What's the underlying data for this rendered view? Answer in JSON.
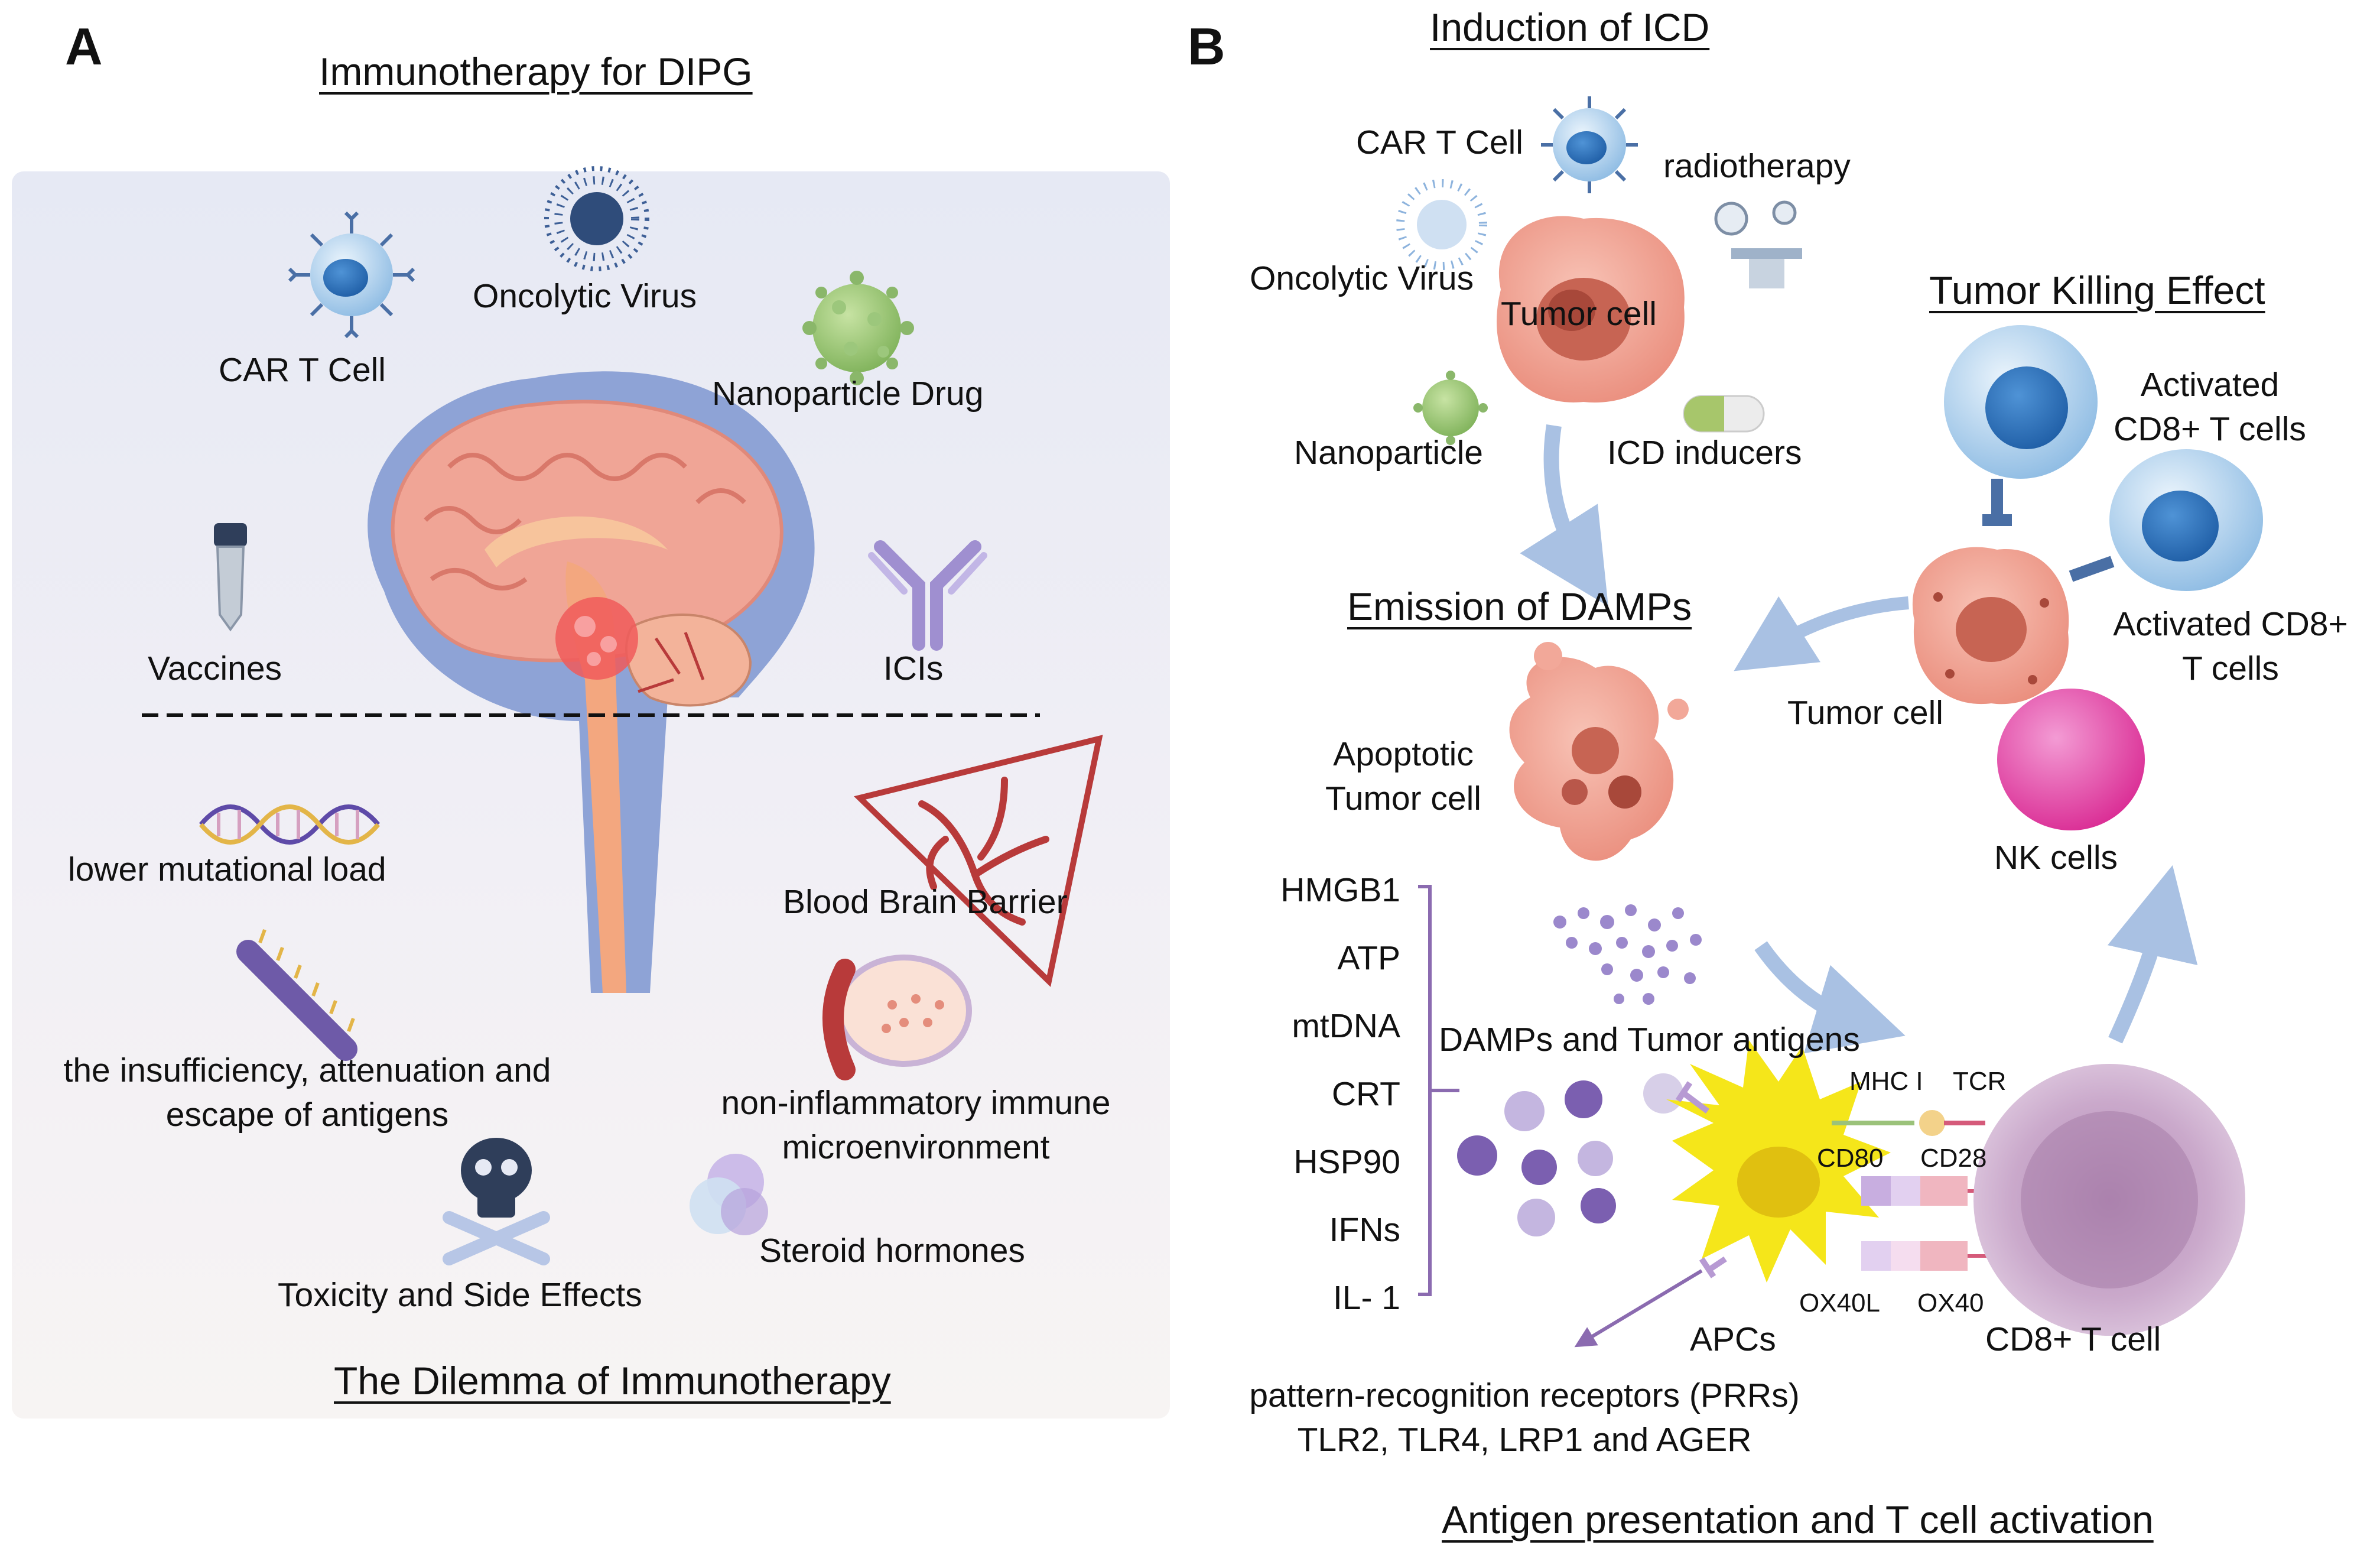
{
  "panel_a": {
    "letter": "A",
    "title": "Immunotherapy for DIPG",
    "therapies": {
      "car_t": "CAR T Cell",
      "oncolytic_virus": "Oncolytic Virus",
      "nanoparticle": "Nanoparticle Drug",
      "vaccines": "Vaccines",
      "icis": "ICIs"
    },
    "dilemmas": {
      "mutational_load": "lower mutational load",
      "bbb": "Blood Brain Barrier",
      "antigens_line1": "the insufficiency, attenuation and",
      "antigens_line2": "escape of antigens",
      "microenv_line1": "non-inflammatory immune",
      "microenv_line2": "microenvironment",
      "steroids": "Steroid hormones",
      "toxicity": "Toxicity and Side Effects"
    },
    "footer": "The Dilemma of Immunotherapy",
    "colors": {
      "panel_bg_top": "#e8eaf4",
      "panel_bg_bottom": "#f6f3f3",
      "brain": "#f0a596",
      "meninges": "#8ea3d6",
      "vessel": "#b83a3a"
    }
  },
  "panel_b": {
    "letter": "B",
    "icd_title": "Induction of ICD",
    "inducers": {
      "car_t": "CAR T Cell",
      "radiotherapy": "radiotherapy",
      "oncolytic_virus": "Oncolytic Virus",
      "tumor_cell": "Tumor cell",
      "nanoparticle": "Nanoparticle",
      "icd_inducers": "ICD inducers"
    },
    "killing_title": "Tumor Killing Effect",
    "killing": {
      "activated_cd8_a_line1": "Activated",
      "activated_cd8_a_line2": "CD8+ T cells",
      "activated_cd8_b_line1": "Activated CD8+",
      "activated_cd8_b_line2": "T cells",
      "tumor_cell": "Tumor cell",
      "nk_cells": "NK cells"
    },
    "damps_title": "Emission of DAMPs",
    "apoptotic_line1": "Apoptotic",
    "apoptotic_line2": "Tumor cell",
    "damps_list": [
      "HMGB1",
      "ATP",
      "mtDNA",
      "CRT",
      "HSP90",
      "IFNs",
      "IL- 1"
    ],
    "damps_antigens": "DAMPs and Tumor antigens",
    "synapse": {
      "mhc": "MHC I",
      "tcr": "TCR",
      "cd80": "CD80",
      "cd28": "CD28",
      "ox40l": "OX40L",
      "ox40": "OX40"
    },
    "apcs": "APCs",
    "cd8_t_cell": "CD8+ T cell",
    "prr_line1": "pattern-recognition receptors (PRRs)",
    "prr_line2": "TLR2, TLR4, LRP1 and AGER",
    "footer": "Antigen presentation and T cell activation",
    "colors": {
      "tumor": "#f2a899",
      "tcell": "#a9cdeb",
      "nk": "#e23fa6",
      "apc": "#f5e61a",
      "cd8": "#c9a6c8",
      "arrow": "#a9c1e3",
      "bracket": "#8b6bb0"
    }
  }
}
